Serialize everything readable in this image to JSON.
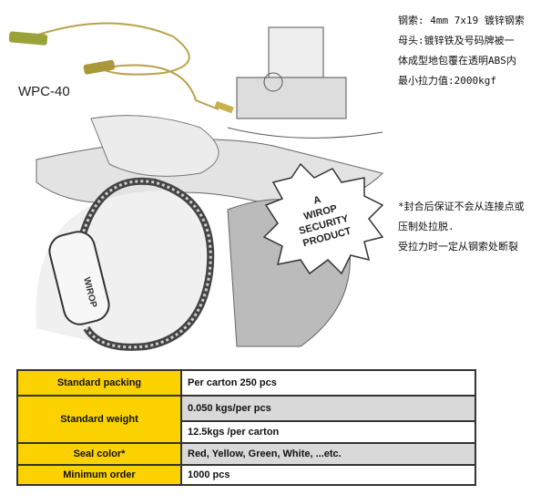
{
  "specs_cn": [
    "钢索: 4mm 7x19 镀锌钢索",
    "母头:镀锌铁及号码牌被一",
    "体成型地包覆在透明ABS内",
    "最小拉力值:2000kgf"
  ],
  "notes_cn": [
    "*封合后保证不会从连接点或",
    "压制处拉脱.",
    "受拉力时一定从钢索处断裂"
  ],
  "model": "WPC-40",
  "badge": [
    "A",
    "WIROP",
    "SECURITY",
    "PRODUCT"
  ],
  "seal_text": "WIROP",
  "table": {
    "packing_label": "Standard  packing",
    "packing_value": "Per carton 250 pcs",
    "weight_label": "Standard weight",
    "weight_value_1": "0.050 kgs/per pcs",
    "weight_value_2": "12.5kgs /per carton",
    "color_label": "Seal color*",
    "color_value": "Red, Yellow, Green, White, ...etc.",
    "order_label": "Minimum order",
    "order_value": "1000 pcs"
  }
}
